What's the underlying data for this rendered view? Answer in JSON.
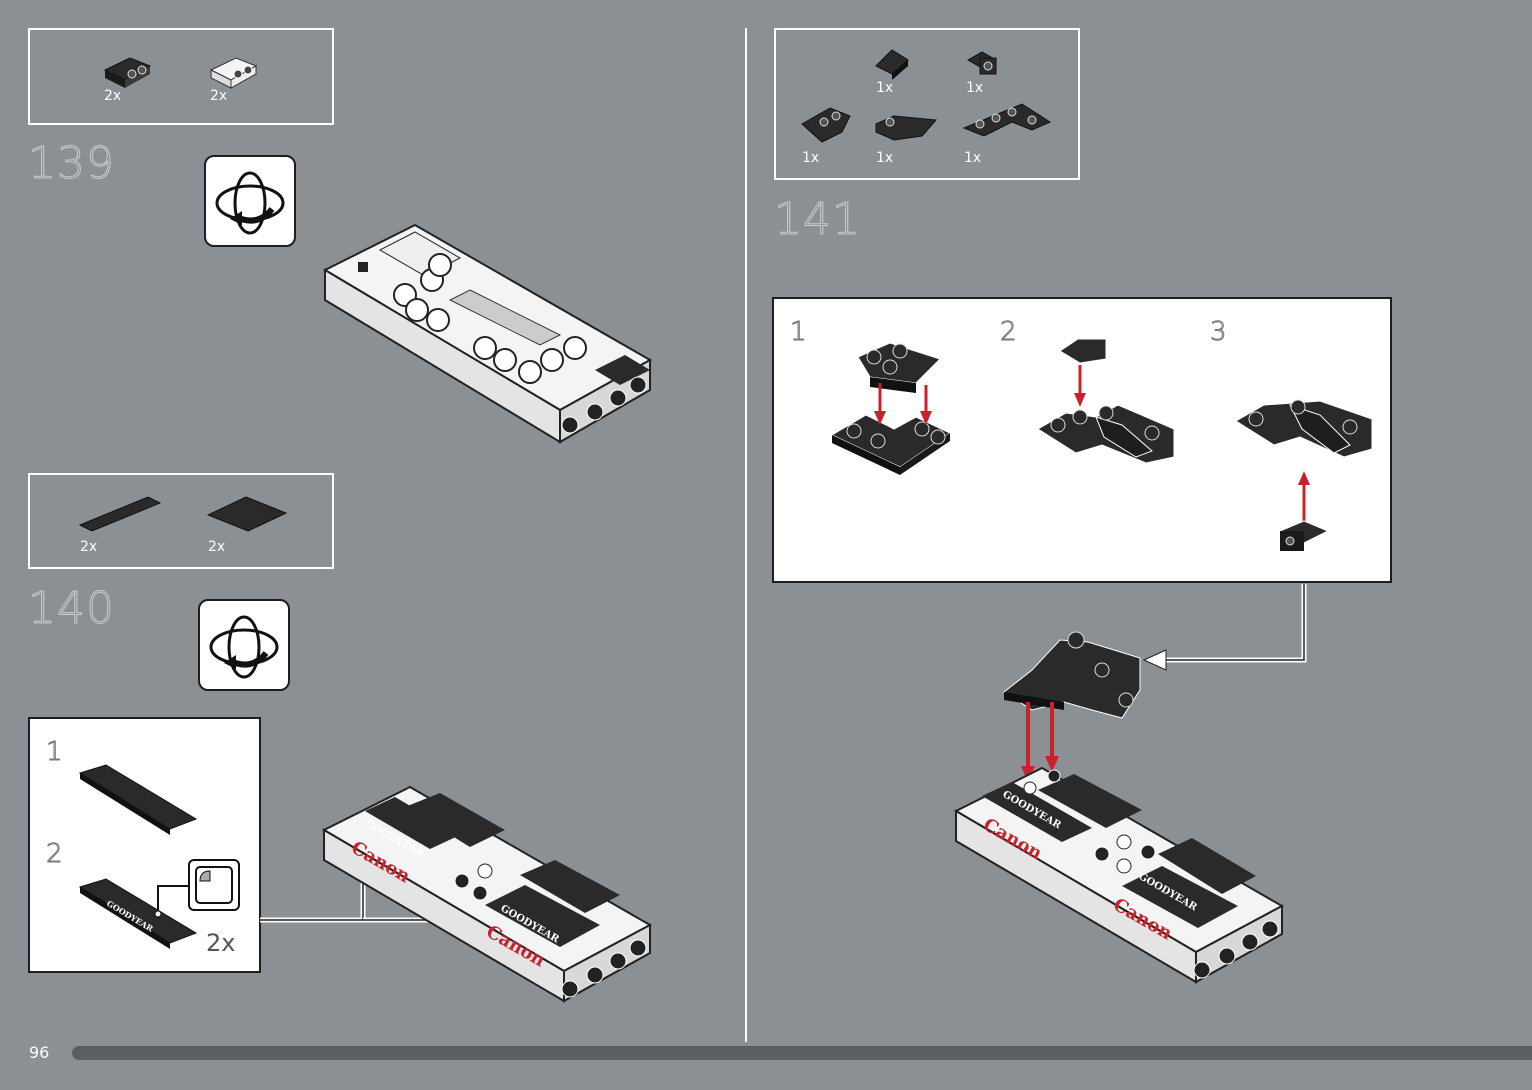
{
  "page": {
    "number": "96"
  },
  "colors": {
    "background": "#8b9094",
    "arrow_red": "#c8232c",
    "brick_black": "#2a2a2a",
    "brick_white": "#f4f4f4"
  },
  "steps": [
    {
      "number": "139",
      "parts": [
        {
          "qty": "2x",
          "icon": "black-bracket-plate-icon"
        },
        {
          "qty": "2x",
          "icon": "white-bracket-plate-icon"
        }
      ],
      "rotate_icon": "rotate-model-icon"
    },
    {
      "number": "140",
      "parts": [
        {
          "qty": "2x",
          "icon": "black-tile-1x6-icon"
        },
        {
          "qty": "2x",
          "icon": "black-tile-2x4-icon"
        }
      ],
      "rotate_icon": "rotate-model-icon",
      "subassembly": {
        "substeps": [
          "1",
          "2"
        ],
        "multiplier": "2x",
        "sticker_icon": "sticker-peel-icon",
        "decals": [
          "GOODYEAR",
          "Canon"
        ]
      }
    },
    {
      "number": "141",
      "parts": [
        {
          "qty": "1x",
          "icon": "black-slope-icon"
        },
        {
          "qty": "1x",
          "icon": "black-bracket-icon"
        },
        {
          "qty": "1x",
          "icon": "black-wedge-plate-icon"
        },
        {
          "qty": "1x",
          "icon": "black-curved-slope-icon"
        },
        {
          "qty": "1x",
          "icon": "black-corner-plate-icon"
        }
      ],
      "subassembly": {
        "substeps": [
          "1",
          "2",
          "3"
        ]
      }
    }
  ]
}
